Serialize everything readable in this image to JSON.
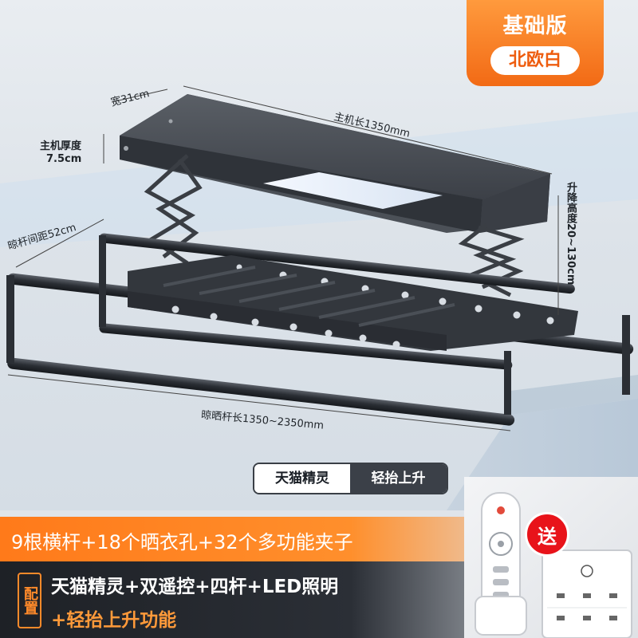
{
  "badge": {
    "title": "基础版",
    "color": "北欧白"
  },
  "dimensions": {
    "width": "宽31cm",
    "host_length": "主机长1350mm",
    "host_thickness_line1": "主机厚度",
    "host_thickness_line2": "7.5cm",
    "lift_height": "升降高度20~130cm",
    "rod_spacing": "晾杆间距52cm",
    "rod_length": "晾晒杆长1350~2350mm"
  },
  "features": {
    "pill_a": "天猫精灵",
    "pill_b": "轻抬上升"
  },
  "band": {
    "headline": "9根横杆+18个晒衣孔+32个多功能夹子"
  },
  "config": {
    "tag": "配置",
    "line1": "天猫精灵+双遥控+四杆+LED照明",
    "line2": "+轻抬上升功能"
  },
  "gift": {
    "label": "送"
  },
  "colors": {
    "accent": "#f26a15",
    "band_dark": "#24282e",
    "gift_red": "#e8131a"
  },
  "icons": [
    "remote-control-icon",
    "wall-control-panel-icon"
  ]
}
